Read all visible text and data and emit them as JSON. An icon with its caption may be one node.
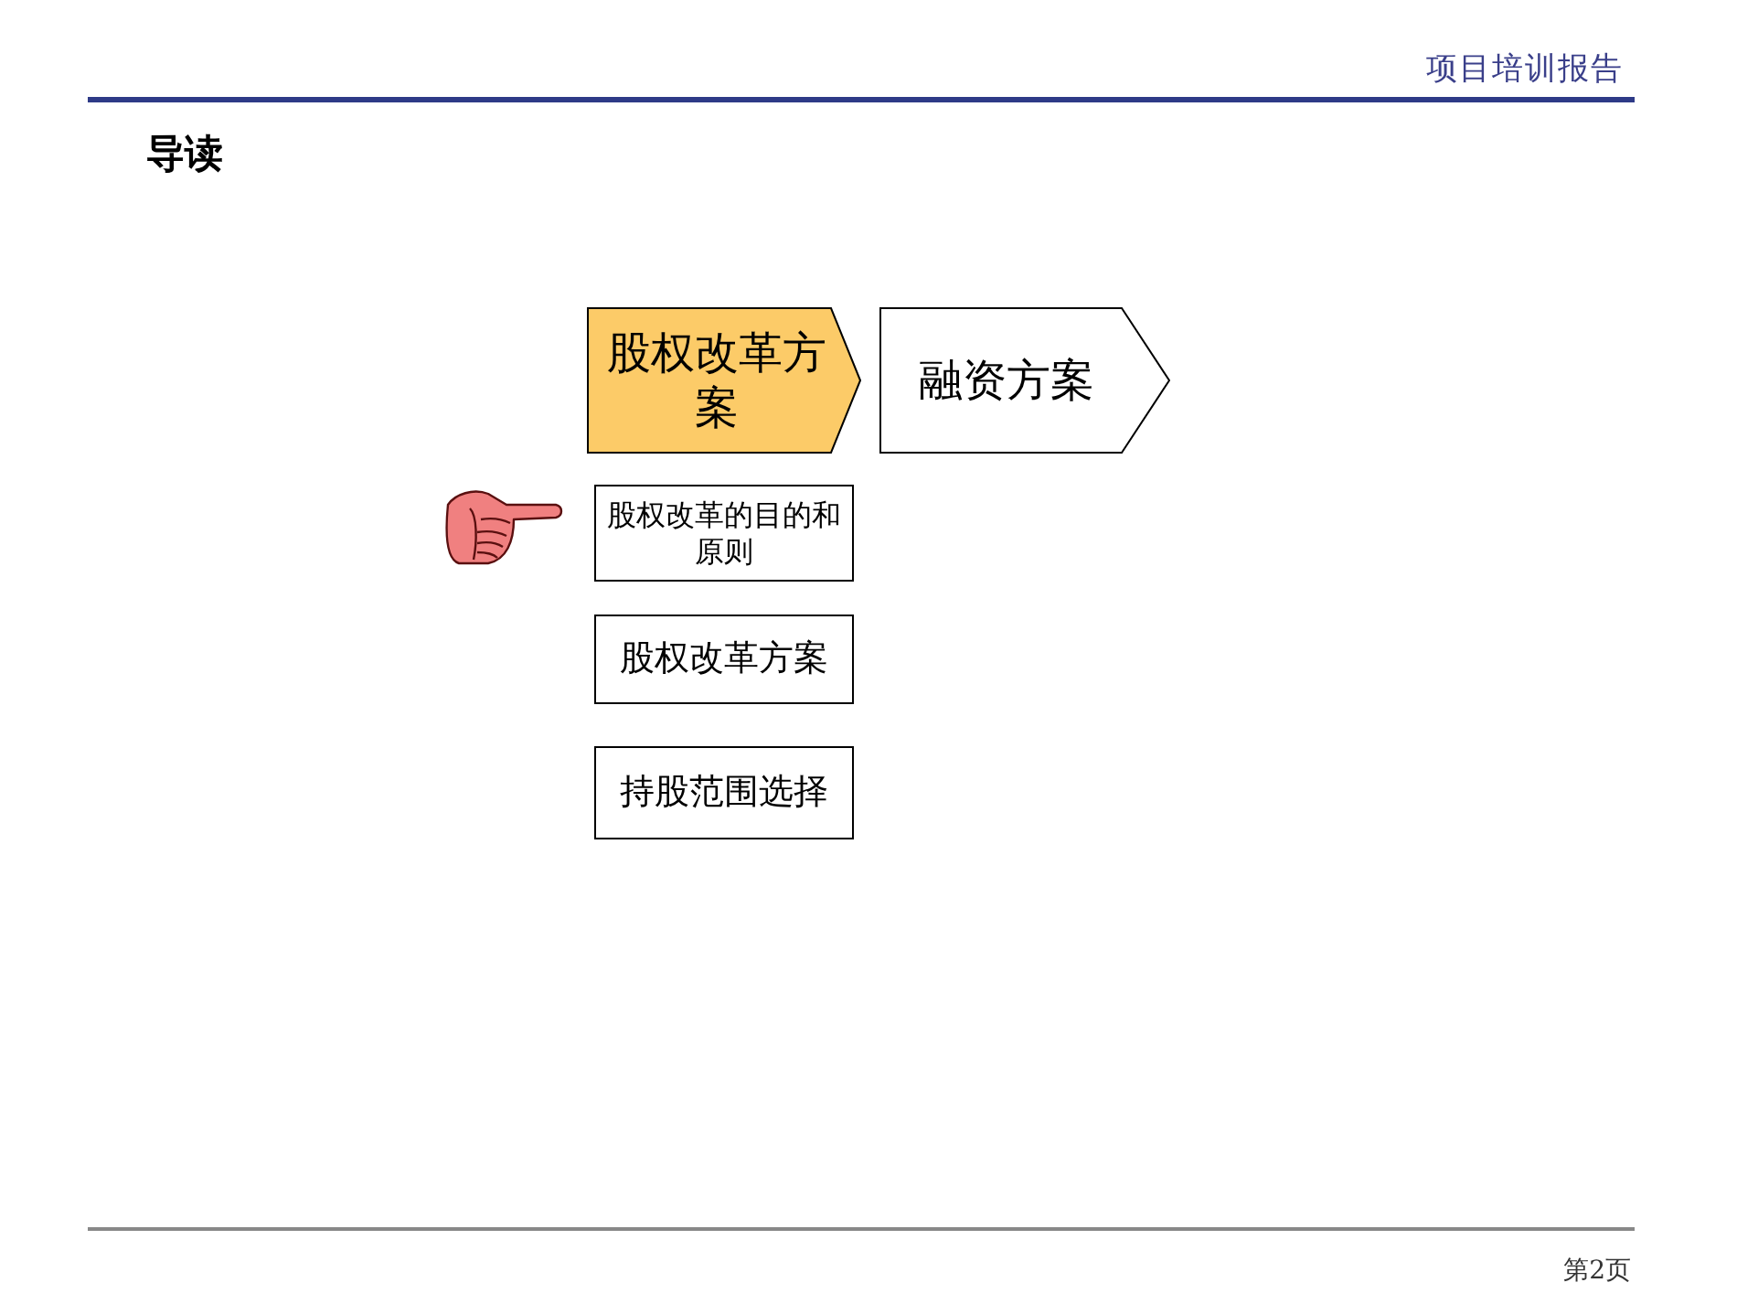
{
  "diagram": {
    "title": "导读",
    "nodes": [
      {
        "text": [
          "股权改革方案"
        ]
      },
      {
        "text": [
          "融资方案"
        ]
      },
      {
        "text": [
          "股权改革的目的和原则"
        ]
      },
      {
        "text": [
          "股权改革方案"
        ]
      },
      {
        "text": [
          "持股范围选择"
        ]
      }
    ],
    "labels": [
      "项目培训报告",
      "第2页"
    ]
  }
}
